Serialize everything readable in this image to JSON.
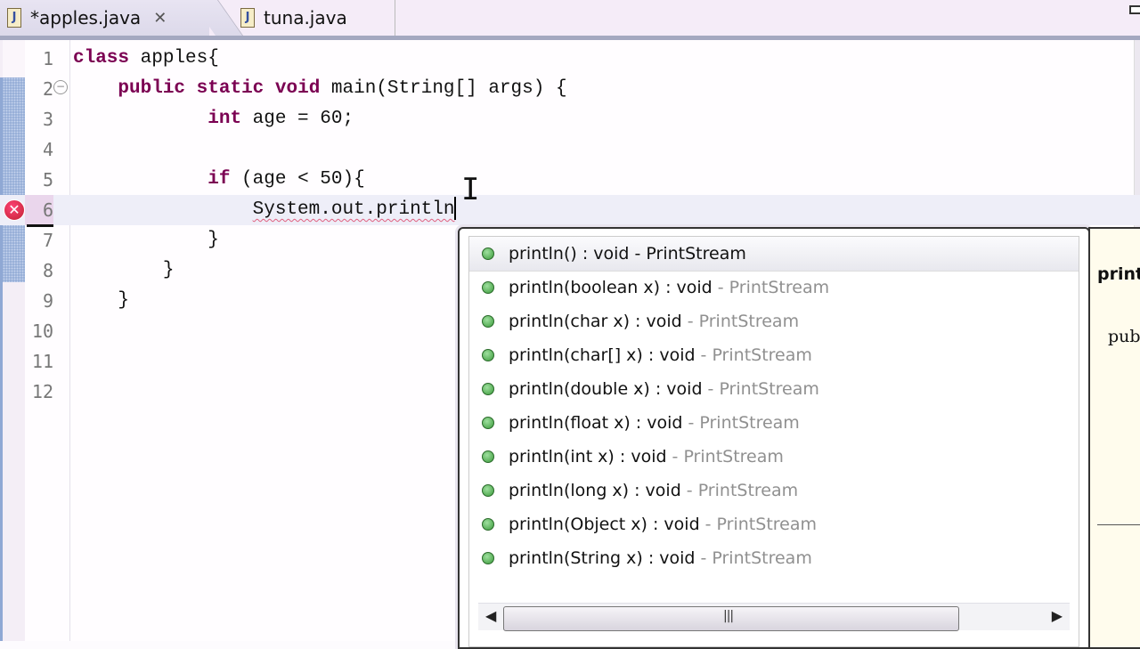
{
  "tabs": [
    {
      "label": "*apples.java",
      "active": true,
      "icon": "java-file-icon",
      "closable": true
    },
    {
      "label": "tuna.java",
      "active": false,
      "icon": "java-file-icon",
      "closable": false
    }
  ],
  "editor": {
    "lines": [
      {
        "num": "1",
        "tokens": [
          {
            "t": "class",
            "kw": true
          },
          {
            "t": " apples{"
          }
        ]
      },
      {
        "num": "2",
        "tokens": [
          {
            "t": "    "
          },
          {
            "t": "public",
            "kw": true
          },
          {
            "t": " "
          },
          {
            "t": "static",
            "kw": true
          },
          {
            "t": " "
          },
          {
            "t": "void",
            "kw": true
          },
          {
            "t": " main(String[] args) {"
          }
        ],
        "fold": true
      },
      {
        "num": "3",
        "tokens": [
          {
            "t": "            "
          },
          {
            "t": "int",
            "kw": true
          },
          {
            "t": " age = 60;"
          }
        ]
      },
      {
        "num": "4",
        "tokens": []
      },
      {
        "num": "5",
        "tokens": [
          {
            "t": "            "
          },
          {
            "t": "if",
            "kw": true
          },
          {
            "t": " (age < 50){"
          }
        ]
      },
      {
        "num": "6",
        "tokens": [
          {
            "t": "                "
          },
          {
            "t": "System.out.println",
            "err": true
          }
        ],
        "current": true,
        "error": true
      },
      {
        "num": "7",
        "tokens": [
          {
            "t": "            }"
          }
        ]
      },
      {
        "num": "8",
        "tokens": [
          {
            "t": "        }"
          }
        ]
      },
      {
        "num": "9",
        "tokens": [
          {
            "t": "    }"
          }
        ]
      },
      {
        "num": "10",
        "tokens": []
      },
      {
        "num": "11",
        "tokens": []
      },
      {
        "num": "12",
        "tokens": []
      }
    ]
  },
  "content_assist": {
    "items": [
      {
        "sig": "println() : void",
        "sep": " - ",
        "type": "PrintStream",
        "selected": true
      },
      {
        "sig": "println(boolean x) : void",
        "sep": " - ",
        "type": "PrintStream"
      },
      {
        "sig": "println(char x) : void",
        "sep": " - ",
        "type": "PrintStream"
      },
      {
        "sig": "println(char[] x) : void",
        "sep": " - ",
        "type": "PrintStream"
      },
      {
        "sig": "println(double x) : void",
        "sep": " - ",
        "type": "PrintStream"
      },
      {
        "sig": "println(float x) : void",
        "sep": " - ",
        "type": "PrintStream"
      },
      {
        "sig": "println(int x) : void",
        "sep": " - ",
        "type": "PrintStream"
      },
      {
        "sig": "println(long x) : void",
        "sep": " - ",
        "type": "PrintStream"
      },
      {
        "sig": "println(Object x) : void",
        "sep": " - ",
        "type": "PrintStream"
      },
      {
        "sig": "println(String x) : void",
        "sep": " - ",
        "type": "PrintStream"
      }
    ],
    "scroll_left": "◀",
    "scroll_right": "▶",
    "grip": "|||"
  },
  "javadoc": {
    "title": "print",
    "signature": "pub"
  },
  "colors": {
    "keyword": "#7b0052",
    "error": "#c02030",
    "method_icon": "#3a9a3a",
    "doc_bg": "#fffced"
  }
}
